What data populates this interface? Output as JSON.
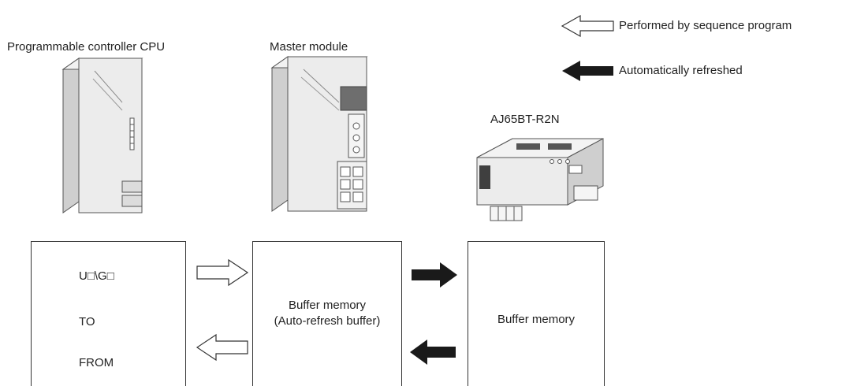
{
  "legend": {
    "hollow_arrow_label": "Performed by sequence program",
    "solid_arrow_label": "Automatically refreshed"
  },
  "devices": {
    "cpu_label": "Programmable controller CPU",
    "master_label": "Master module",
    "remote_label": "AJ65BT-R2N"
  },
  "program_box": {
    "instructions": [
      "U□\\G□",
      "TO",
      "FROM"
    ]
  },
  "master_buffer": {
    "line1": "Buffer memory",
    "line2": "(Auto-refresh buffer)"
  },
  "remote_buffer": {
    "label": "Buffer memory"
  },
  "colors": {
    "solid_arrow": "#1a1a1a",
    "hollow_arrow_stroke": "#333333",
    "module_body": "#e8e8e8",
    "module_shadow": "#bdbdbd"
  }
}
